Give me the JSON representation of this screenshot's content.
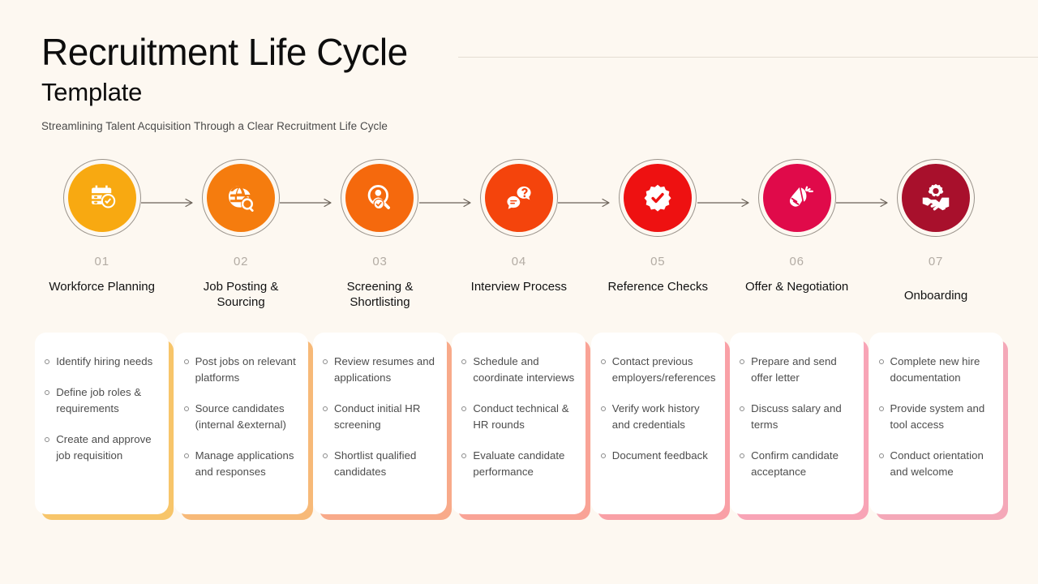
{
  "header": {
    "title_main": "Recruitment Life Cycle",
    "title_sub": "Template",
    "tagline": "Streamlining Talent Acquisition Through a Clear Recruitment Life Cycle"
  },
  "colors": {
    "background": "#fdf8f1",
    "rule": "#e4ddd3",
    "number": "#b3aca4",
    "label": "#111111",
    "body_text": "#4c4c4c",
    "card_bg": "#ffffff",
    "arrow": "#6b6259"
  },
  "steps": [
    {
      "number": "01",
      "label": "Workforce Planning",
      "color": "#f8a911",
      "shadow": "#f7c56a",
      "icon": "calendar-check-icon",
      "bullets": [
        "Identify hiring needs",
        "Define job roles & requirements",
        "Create and approve job requisition"
      ]
    },
    {
      "number": "02",
      "label": "Job Posting & Sourcing",
      "color": "#f57c0e",
      "shadow": "#f7b978",
      "icon": "globe-search-icon",
      "bullets": [
        "Post jobs on relevant platforms",
        "Source candidates (internal &external)",
        "Manage applications and responses"
      ]
    },
    {
      "number": "03",
      "label": "Screening & Shortlisting",
      "color": "#f5690d",
      "shadow": "#f8aa8a",
      "icon": "candidate-search-icon",
      "bullets": [
        "Review resumes and applications",
        "Conduct initial HR screening",
        "Shortlist qualified candidates"
      ]
    },
    {
      "number": "04",
      "label": "Interview Process",
      "color": "#f4440c",
      "shadow": "#f9a396",
      "icon": "chat-question-icon",
      "bullets": [
        "Schedule and coordinate interviews",
        "Conduct technical & HR rounds",
        "Evaluate candidate performance"
      ]
    },
    {
      "number": "05",
      "label": "Reference Checks",
      "color": "#ee1111",
      "shadow": "#f9a0a6",
      "icon": "verified-badge-icon",
      "bullets": [
        "Contact previous employers/references",
        "Verify work history and credentials",
        "Document feedback"
      ]
    },
    {
      "number": "06",
      "label": "Offer & Negotiation",
      "color": "#e00a4a",
      "shadow": "#f8a4b6",
      "icon": "megaphone-offer-icon",
      "bullets": [
        "Prepare and send offer letter",
        "Discuss salary and terms",
        "Confirm candidate acceptance"
      ]
    },
    {
      "number": "07",
      "label": "Onboarding",
      "color": "#a8102c",
      "shadow": "#f4a8b8",
      "icon": "handshake-gear-icon",
      "bullets": [
        "Complete new hire documentation",
        "Provide system and tool access",
        "Conduct orientation and welcome"
      ]
    }
  ]
}
